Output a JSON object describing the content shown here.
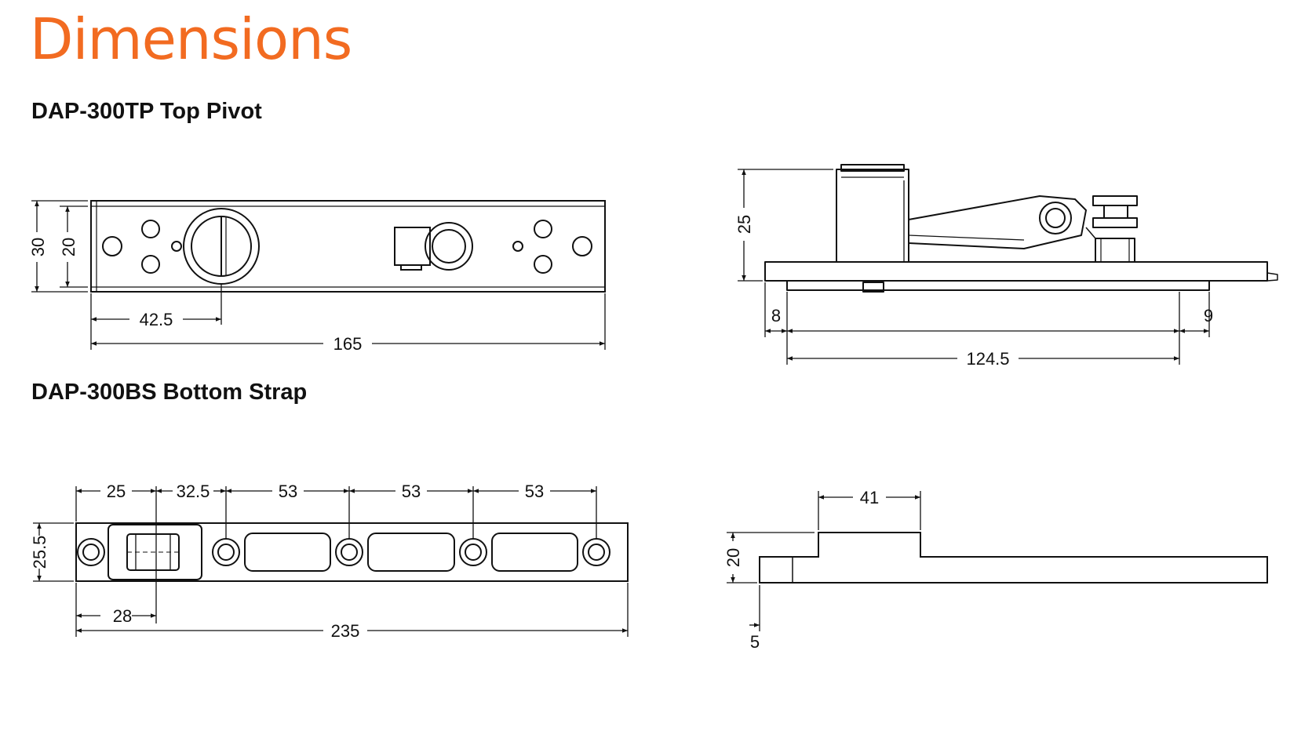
{
  "page": {
    "title": "Dimensions"
  },
  "colors": {
    "title": "#f26b21",
    "line": "#111111"
  },
  "top_pivot": {
    "title": "DAP-300TP Top Pivot",
    "plan_view": {
      "height_outer": "30",
      "height_inner": "20",
      "center_offset": "42.5",
      "length": "165"
    },
    "side_view": {
      "height": "25",
      "left_offset": "8",
      "right_offset": "9",
      "span": "124.5"
    }
  },
  "bottom_strap": {
    "title": "DAP-300BS Bottom Strap",
    "plan_view": {
      "spacing_1": "25",
      "spacing_2": "32.5",
      "spacing_3": "53",
      "spacing_4": "53",
      "spacing_5": "53",
      "height": "25.5",
      "pivot_offset": "28",
      "length": "235"
    },
    "side_view": {
      "raised_length": "41",
      "height": "20",
      "step": "5"
    }
  }
}
